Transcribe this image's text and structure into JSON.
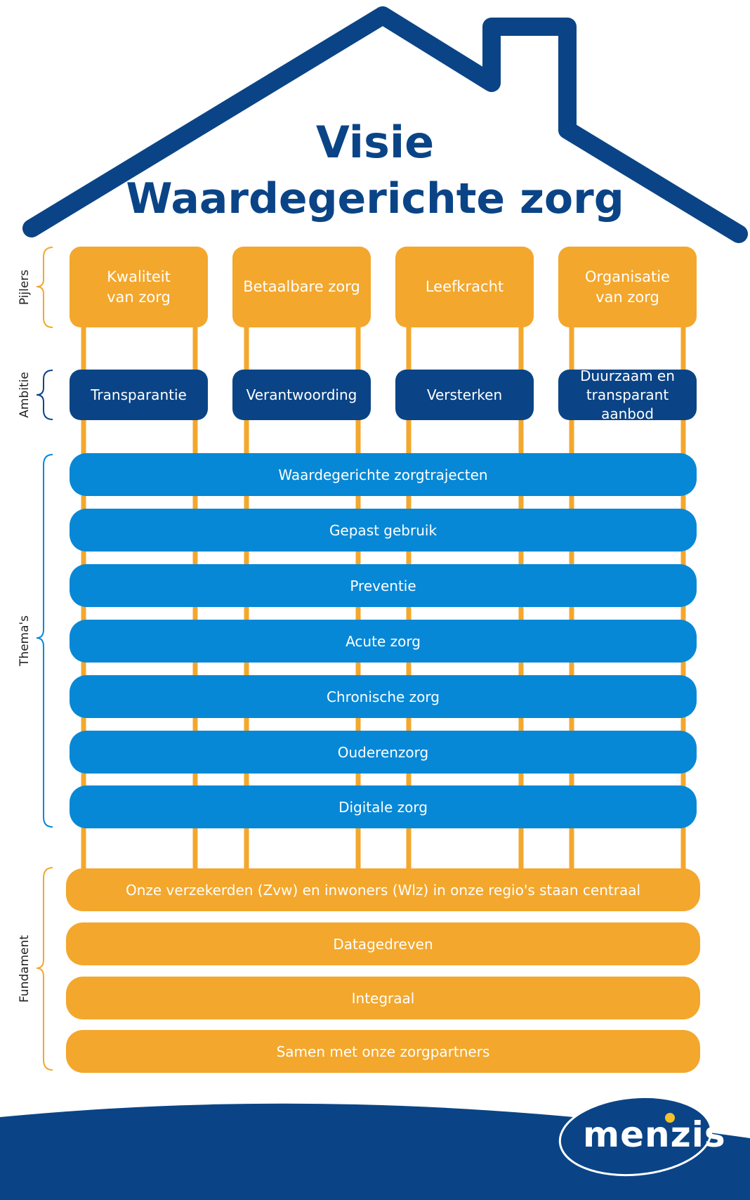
{
  "title": {
    "line1": "Visie",
    "line2": "Waardegerichte zorg"
  },
  "side_labels": {
    "pijlers": "Pijlers",
    "ambitie": "Ambitie",
    "themas": "Thema's",
    "fundament": "Fundament"
  },
  "pijlers": [
    "Kwaliteit\nvan zorg",
    "Betaalbare zorg",
    "Leefkracht",
    "Organisatie\nvan zorg"
  ],
  "ambities": [
    "Transparantie",
    "Verantwoording",
    "Versterken",
    "Duurzaam en\ntransparant aanbod"
  ],
  "themas": [
    "Waardegerichte zorgtrajecten",
    "Gepast gebruik",
    "Preventie",
    "Acute zorg",
    "Chronische zorg",
    "Ouderenzorg",
    "Digitale zorg"
  ],
  "fundament": [
    "Onze verzekerden (Zvw) en inwoners (Wlz) in onze regio's staan centraal",
    "Datagedreven",
    "Integraal",
    "Samen met onze zorgpartners"
  ],
  "logo": {
    "text": "menzis"
  },
  "colors": {
    "navy": "#0a4486",
    "orange": "#f3a72c",
    "blue": "#0788d6",
    "brace_orange": "#f3a72c",
    "brace_navy": "#0a4486",
    "brace_blue": "#0788d6"
  }
}
